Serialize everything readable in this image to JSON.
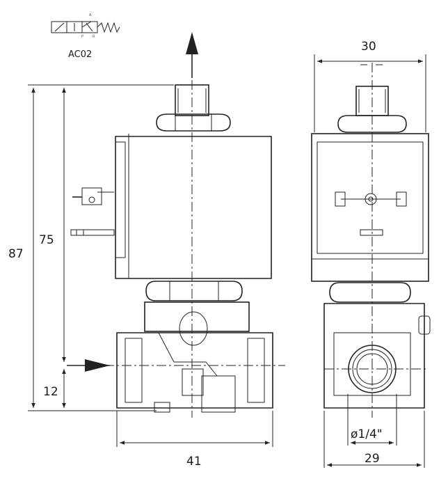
{
  "symbol": {
    "code": "AC02"
  },
  "dimensions": {
    "overall_height": "87",
    "coil_height": "75",
    "port_height": "12",
    "body_length": "41",
    "coil_width": "30",
    "body_width": "29",
    "port_thread": "ø1/4\""
  }
}
